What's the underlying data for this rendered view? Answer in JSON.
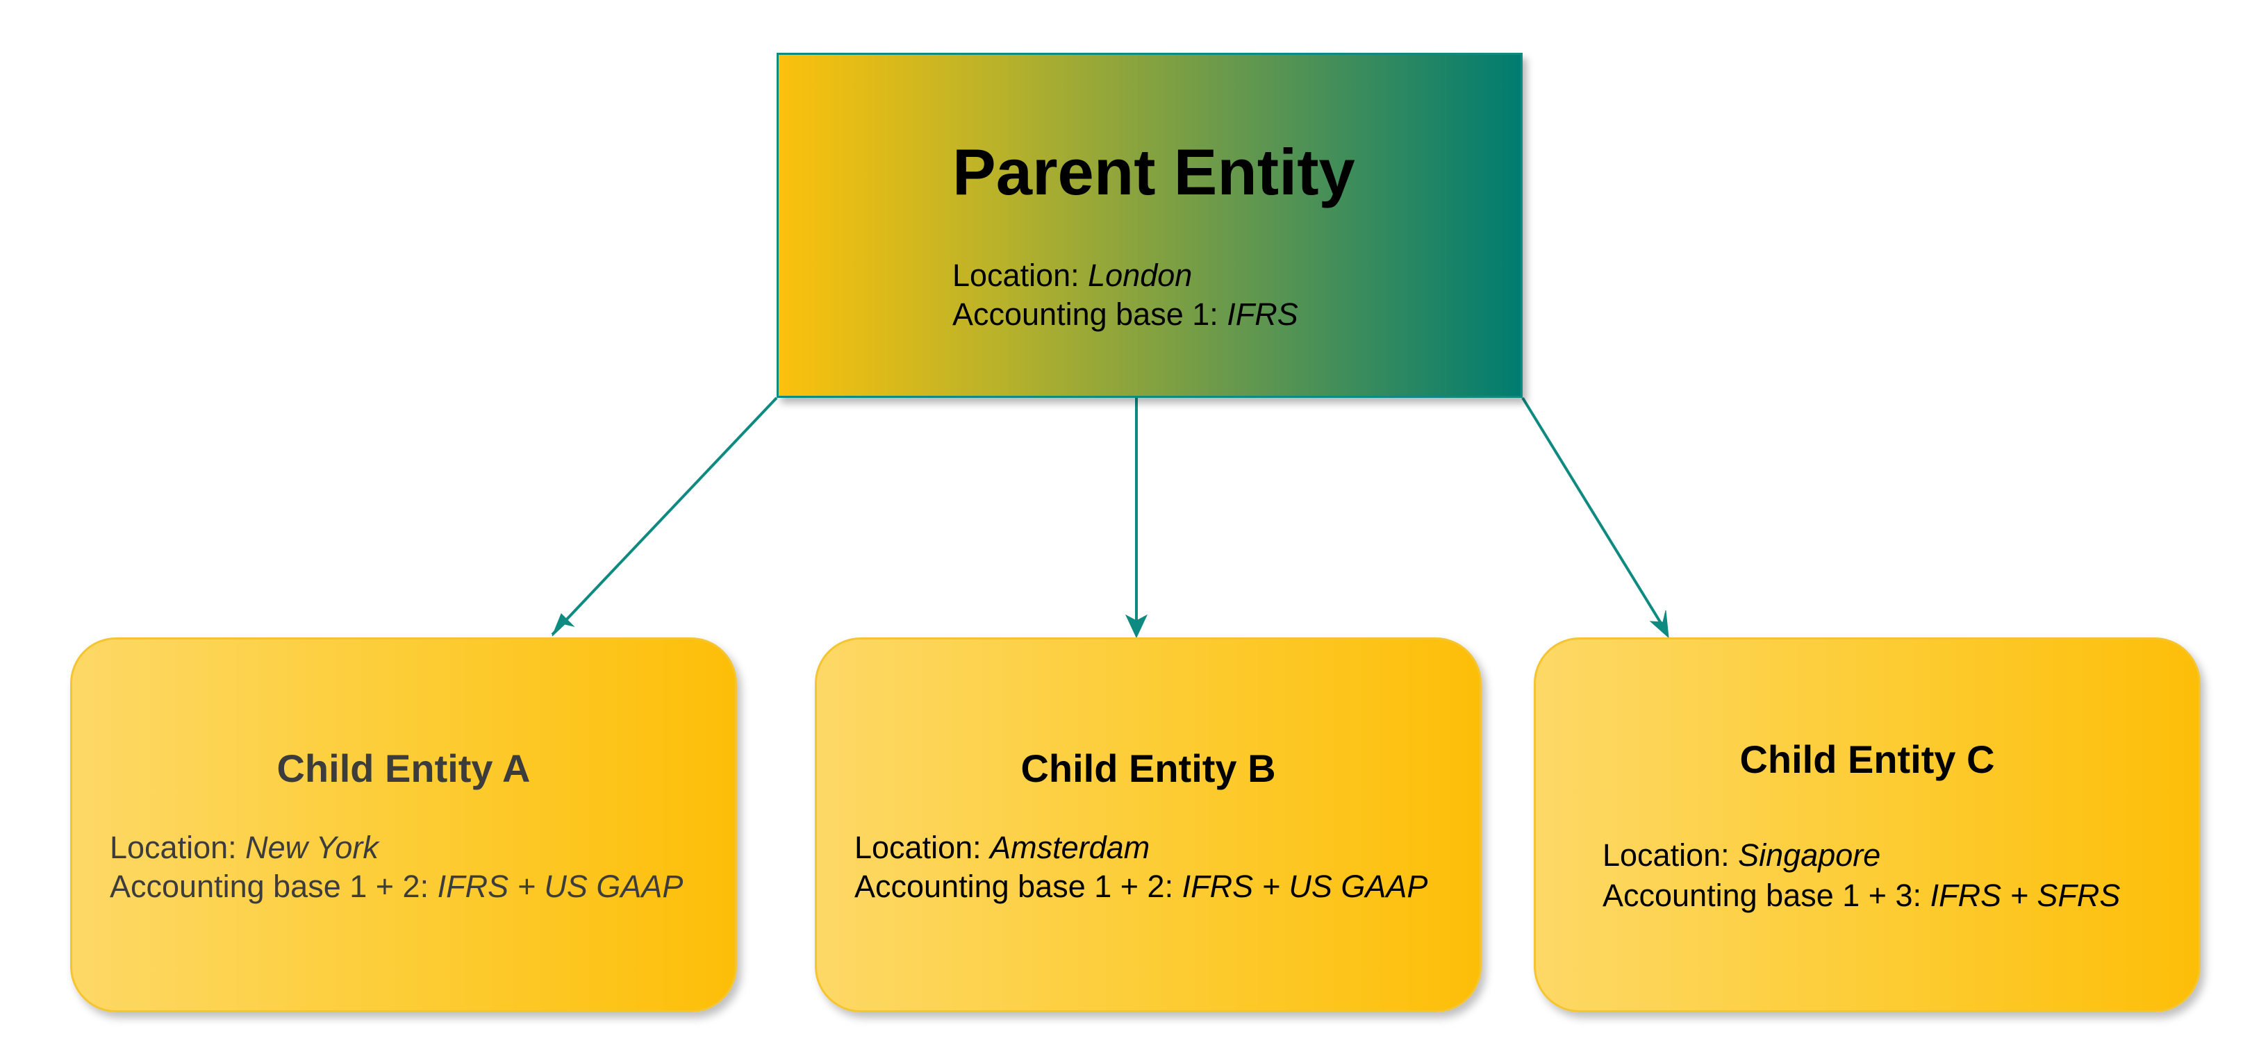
{
  "colors": {
    "connector": "#0f8a80",
    "parent_gradient_start": "#fcc10c",
    "parent_gradient_end": "#007c70",
    "child_gradient_start": "#fdd866",
    "child_gradient_end": "#fdbe08",
    "child_border": "#f5c431"
  },
  "parent": {
    "title": "Parent Entity",
    "location_label": "Location: ",
    "location_value": "London",
    "accounting_label": "Accounting base 1: ",
    "accounting_value": "IFRS"
  },
  "children": [
    {
      "title": "Child Entity A",
      "location_label": "Location: ",
      "location_value": "New York",
      "accounting_label": "Accounting base 1 + 2: ",
      "accounting_value": "IFRS + US GAAP"
    },
    {
      "title": "Child Entity B",
      "location_label": "Location: ",
      "location_value": "Amsterdam",
      "accounting_label": "Accounting base 1 + 2: ",
      "accounting_value": "IFRS + US GAAP"
    },
    {
      "title": "Child Entity C",
      "location_label": "Location: ",
      "location_value": "Singapore",
      "accounting_label": "Accounting base 1 + 3: ",
      "accounting_value": "IFRS + SFRS"
    }
  ]
}
